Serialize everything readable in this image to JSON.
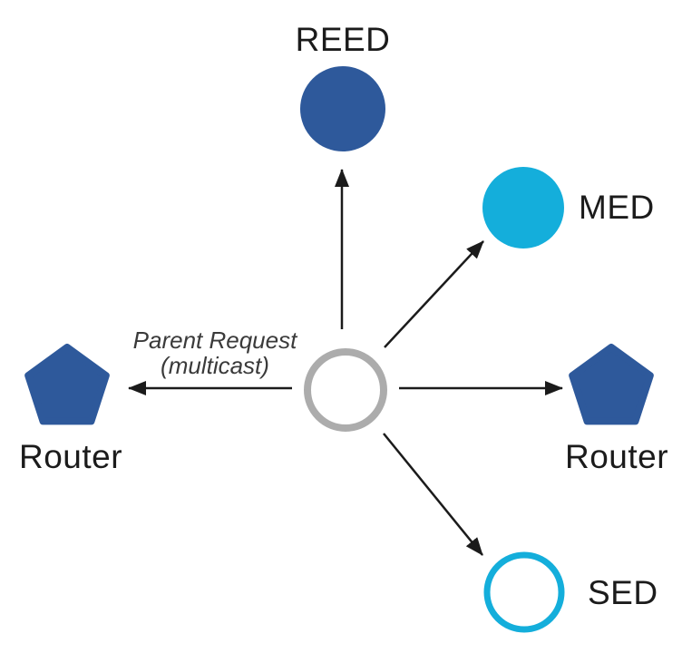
{
  "diagram": {
    "annotation": {
      "line1": "Parent Request",
      "line2": "(multicast)"
    },
    "nodes": [
      {
        "id": "center-device",
        "label": "",
        "shape": "circle-outline",
        "stroke": "#ACACAC"
      },
      {
        "id": "reed",
        "label": "REED",
        "shape": "circle",
        "fill": "#2E599B"
      },
      {
        "id": "med",
        "label": "MED",
        "shape": "circle",
        "fill": "#14AEDB"
      },
      {
        "id": "router-left",
        "label": "Router",
        "shape": "pentagon",
        "fill": "#2E599B"
      },
      {
        "id": "router-right",
        "label": "Router",
        "shape": "pentagon",
        "fill": "#2E599B"
      },
      {
        "id": "sed",
        "label": "SED",
        "shape": "circle-outline",
        "stroke": "#14AEDB"
      }
    ],
    "edges": [
      {
        "from": "center-device",
        "to": "reed"
      },
      {
        "from": "center-device",
        "to": "med"
      },
      {
        "from": "center-device",
        "to": "router-right"
      },
      {
        "from": "center-device",
        "to": "router-left"
      },
      {
        "from": "center-device",
        "to": "sed"
      }
    ],
    "colors": {
      "node_blue": "#2E599B",
      "node_cyan": "#14AEDB",
      "center_gray": "#ACACAC",
      "arrow": "#1B1B1B",
      "label_text": "#1B1B1B",
      "annotation_text": "#3A3A3A",
      "background": "#FFFFFF"
    }
  }
}
